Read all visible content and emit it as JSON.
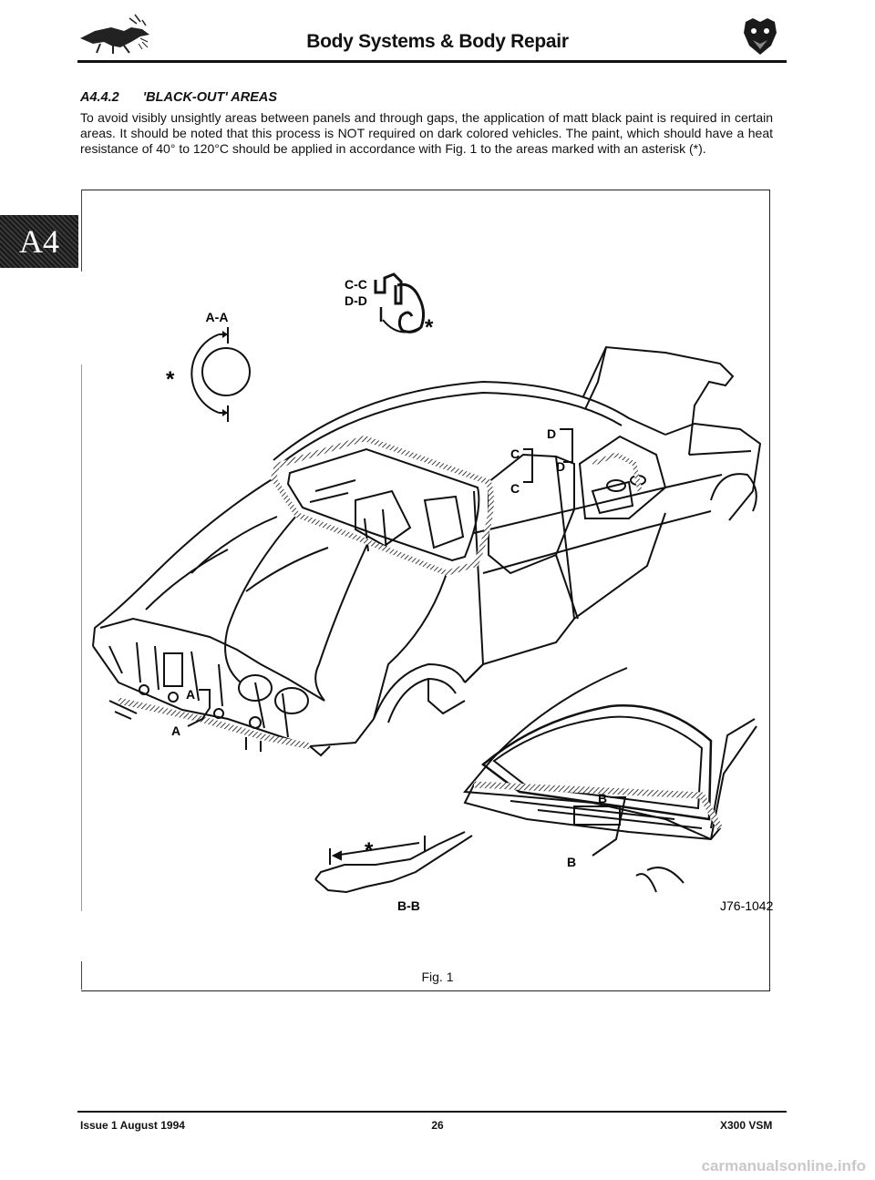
{
  "header": {
    "title": "Body Systems & Body Repair"
  },
  "section_tab": "A4",
  "section": {
    "number": "A4.4.2",
    "title": "'BLACK-OUT' AREAS"
  },
  "body_text": "To avoid visibly unsightly areas between panels and through gaps, the application of matt black paint is required in certain areas. It should be noted that this process is NOT required on dark colored vehicles. The paint, which should have a heat resistance of 40° to 120°C should be applied in accordance with Fig. 1 to the areas marked with an asterisk (*).",
  "figure": {
    "labels": {
      "section_aa": "A-A",
      "section_cc": "C-C",
      "section_dd": "D-D",
      "section_bb": "B-B",
      "marker_a": "A",
      "marker_b": "B",
      "marker_c": "C",
      "marker_d": "D",
      "asterisk": "*",
      "ref_code": "J76-1042"
    },
    "caption": "Fig. 1"
  },
  "footer": {
    "issue": "Issue 1 August 1994",
    "page": "26",
    "doc": "X300 VSM"
  },
  "watermark": "carmanualsonline.info"
}
